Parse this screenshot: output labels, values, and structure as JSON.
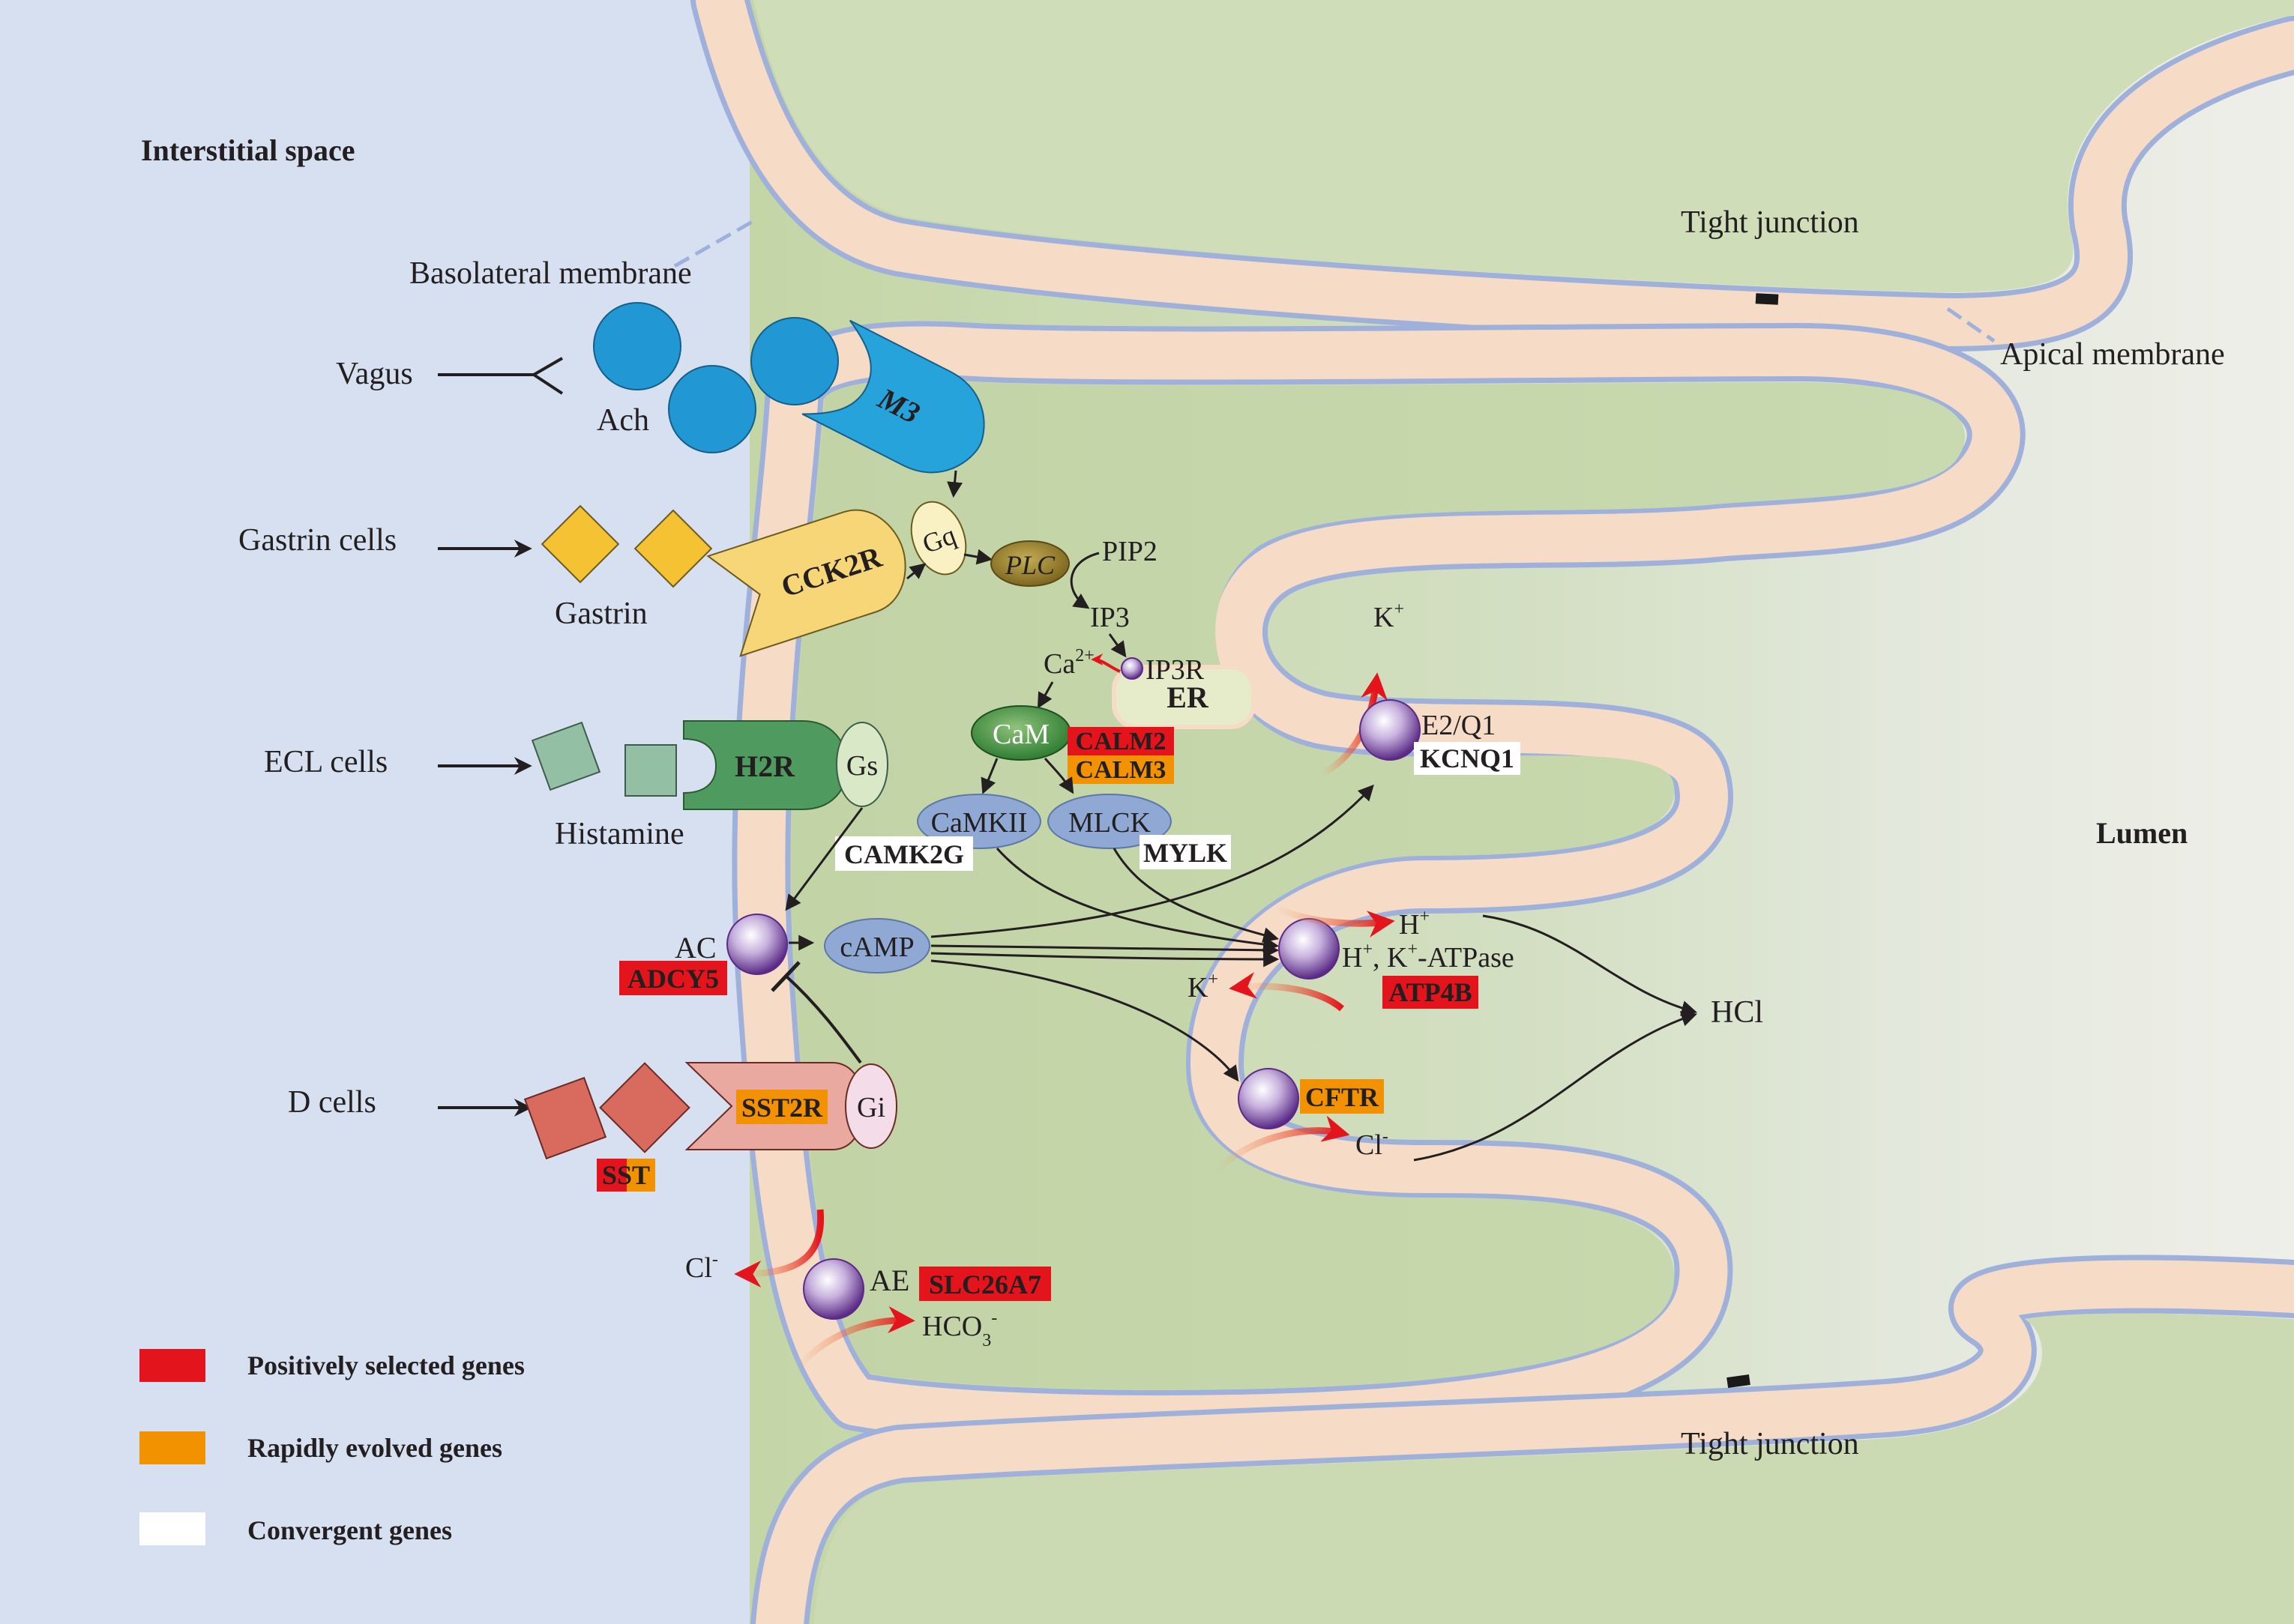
{
  "regions": {
    "interstitial": "Interstitial space",
    "lumen": "Lumen",
    "basolateral": "Basolateral membrane",
    "apical": "Apical membrane",
    "tight_junction": "Tight junction"
  },
  "inputs": {
    "vagus": "Vagus",
    "ach": "Ach",
    "gastrin_cells": "Gastrin cells",
    "gastrin": "Gastrin",
    "ecl_cells": "ECL cells",
    "histamine": "Histamine",
    "d_cells": "D cells"
  },
  "receptors": {
    "m3": "M3",
    "cck2r": "CCK2R",
    "h2r": "H2R",
    "sst2r": "SST2R",
    "gq": "Gq",
    "gs": "Gs",
    "gi": "Gi"
  },
  "signaling": {
    "plc": "PLC",
    "pip2": "PIP2",
    "ip3": "IP3",
    "ip3r": "IP3R",
    "ca": "Ca",
    "ca_sup": "2+",
    "er": "ER",
    "cam": "CaM",
    "camkii": "CaMKII",
    "mlck": "MLCK",
    "ac": "AC",
    "camp": "cAMP"
  },
  "transport": {
    "e2q1": "E2/Q1",
    "k_ion": "K",
    "h_ion": "H",
    "plus": "+",
    "atpase_prefix": ", K",
    "atpase_suffix": "-ATPase",
    "cl_ion": "Cl",
    "minus": "-",
    "hcl": "HCl",
    "ae": "AE",
    "hco3_base": "HCO",
    "hco3_sub": "3",
    "hco3_sup": "-"
  },
  "genes": {
    "calm2": "CALM2",
    "calm3": "CALM3",
    "camk2g": "CAMK2G",
    "mylk": "MYLK",
    "kcnq1": "KCNQ1",
    "adcy5": "ADCY5",
    "atp4b": "ATP4B",
    "cftr": "CFTR",
    "sst": "SST",
    "slc26a7": "SLC26A7"
  },
  "legend": {
    "positive": "Positively selected genes",
    "rapid": "Rapidly evolved genes",
    "convergent": "Convergent genes"
  },
  "colors": {
    "positive": "#e3141b",
    "rapid": "#f39200",
    "convergent": "#ffffff",
    "interstitial_bg": "#d7e0f1",
    "cell_fill": "#c3d5a8",
    "membrane_fill": "#f6dcc6",
    "membrane_line": "#9fb0db",
    "ach": "#2197d3",
    "m3": "#27a3dc",
    "gastrin": "#f4c232",
    "cck2r": "#f6d676",
    "histamine": "#93bfa5",
    "h2r": "#4f9a5f",
    "sst": "#d86a5e",
    "sst2r": "#e9a8a0"
  }
}
